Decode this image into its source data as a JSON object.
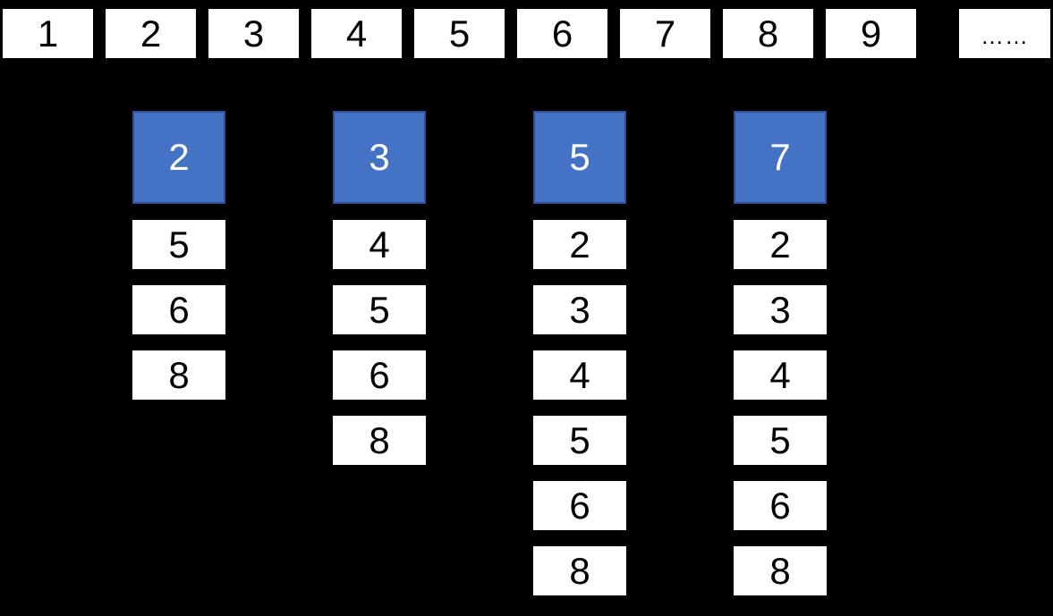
{
  "diagram": {
    "description": "number line with prime factor columns"
  },
  "colors": {
    "background": "#000000",
    "prime_fill": "#4472C4",
    "prime_border": "#2F528F",
    "prime_text": "#FFFFFF",
    "cell_fill": "#FFFFFF",
    "cell_text": "#000000"
  },
  "number_line": {
    "cells": [
      "1",
      "2",
      "3",
      "4",
      "5",
      "6",
      "7",
      "8",
      "9",
      "……"
    ]
  },
  "columns": [
    {
      "prime": "2",
      "items": [
        "5",
        "6",
        "8"
      ]
    },
    {
      "prime": "3",
      "items": [
        "4",
        "5",
        "6",
        "8"
      ]
    },
    {
      "prime": "5",
      "items": [
        "2",
        "3",
        "4",
        "5",
        "6",
        "8"
      ]
    },
    {
      "prime": "7",
      "items": [
        "2",
        "3",
        "4",
        "5",
        "6",
        "8"
      ]
    }
  ]
}
